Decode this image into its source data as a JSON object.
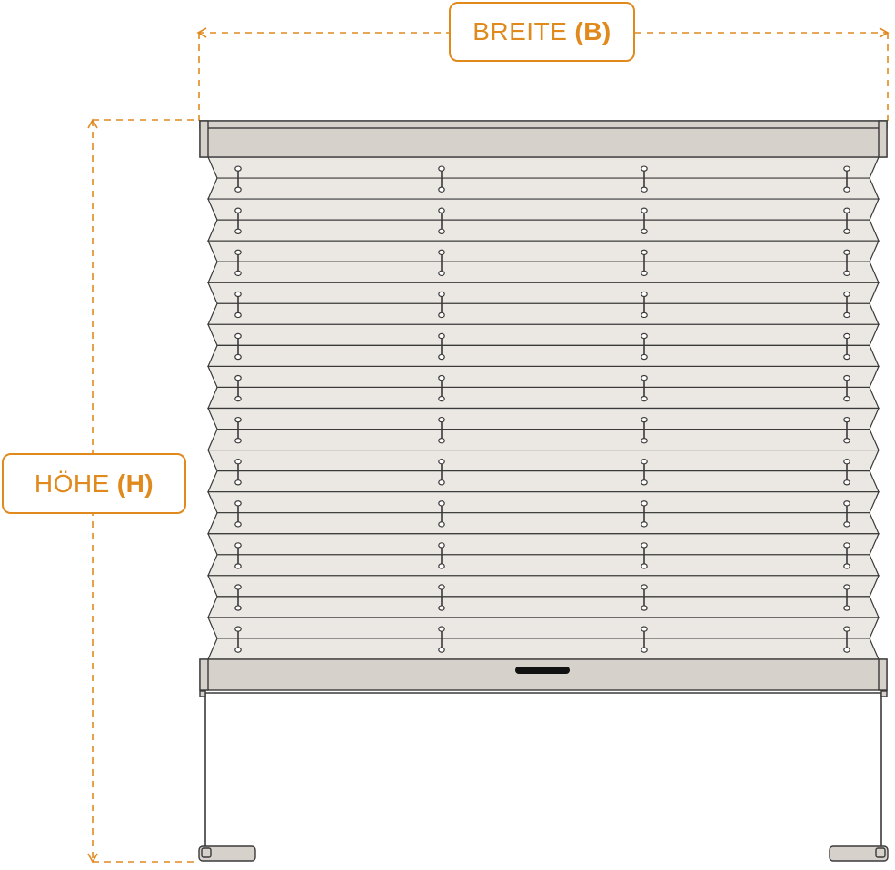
{
  "labels": {
    "width": {
      "text": "BREITE",
      "symbol": "(B)"
    },
    "height": {
      "text": "HÖHE",
      "symbol": "(H)"
    }
  },
  "pleat_count": 24,
  "cord_columns": 4,
  "colors": {
    "accent": "#e08a1e",
    "rail_fill": "#d6d1ca",
    "fabric_fill": "#ebe7e2",
    "outline": "#3a3a3a",
    "handle": "#111111"
  }
}
